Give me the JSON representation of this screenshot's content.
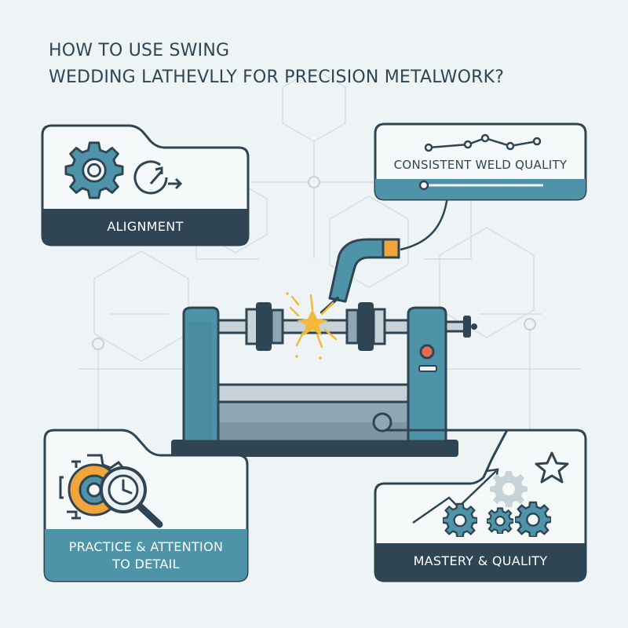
{
  "title": {
    "line1": "HOW TO USE SWING",
    "line2": "WEDDING LATHEVLLY FOR PRECISION METALWORK?"
  },
  "cards": {
    "alignment": {
      "label": "ALIGNMENT"
    },
    "weld_quality": {
      "label": "CONSISTENT WELD QUALITY"
    },
    "practice": {
      "line1": "PRACTICE & ATTENTION",
      "line2": "TO DETAIL"
    },
    "mastery": {
      "label": "MASTERY & QUALITY"
    }
  },
  "colors": {
    "background": "#eef3f5",
    "navy": "#2f4553",
    "teal": "#4f93a8",
    "orange": "#f0a43c",
    "spark": "#f5b93a",
    "red": "#e46a5a"
  },
  "icons": [
    "gear-icon",
    "rotation-arrow-icon",
    "trend-line-icon",
    "slider-icon",
    "welding-torch-icon",
    "spark-icon",
    "welding-lathe-icon",
    "magnifier-icon",
    "clock-icon",
    "growth-arrow-icon",
    "star-icon"
  ]
}
